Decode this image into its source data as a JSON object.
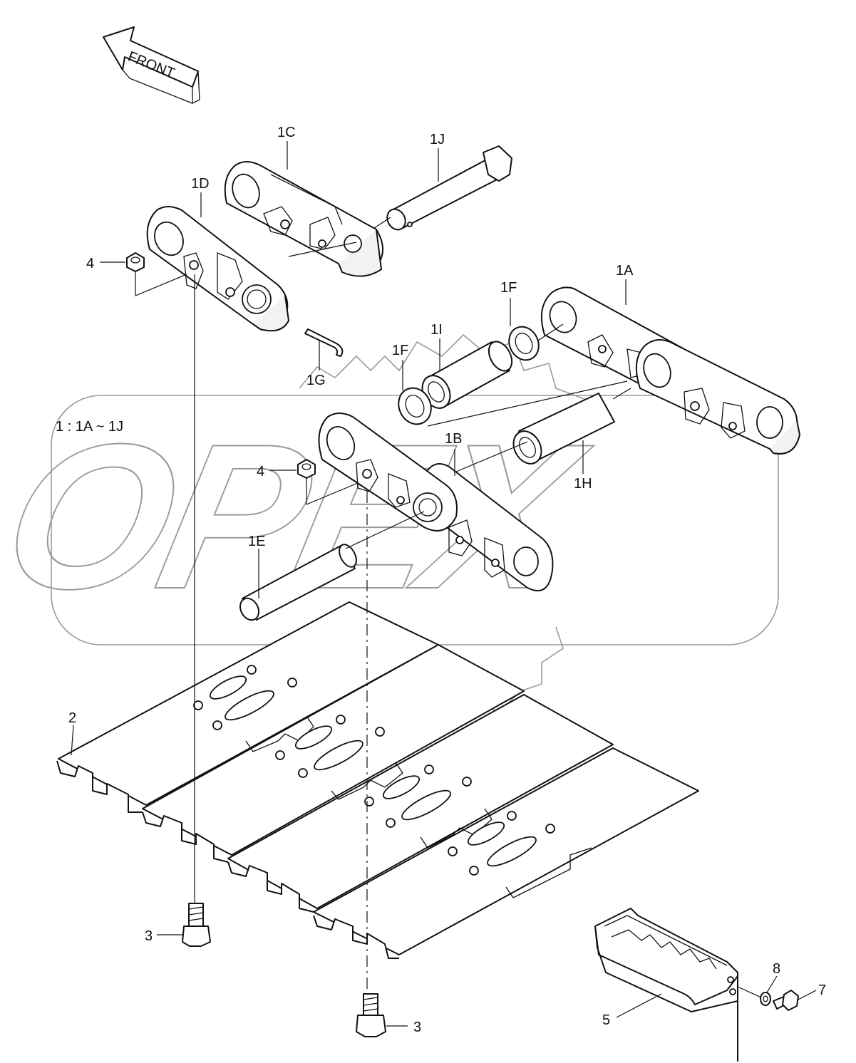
{
  "diagram": {
    "watermark_text": "OPEX",
    "direction_arrow": {
      "label": "FRONT"
    },
    "kit_note": "1 : 1A ~ 1J",
    "callouts": {
      "c1A": "1A",
      "c1B": "1B",
      "c1C": "1C",
      "c1D": "1D",
      "c1E": "1E",
      "c1F_a": "1F",
      "c1F_b": "1F",
      "c1G": "1G",
      "c1H": "1H",
      "c1I": "1I",
      "c1J": "1J",
      "c2": "2",
      "c3_a": "3",
      "c3_b": "3",
      "c4_a": "4",
      "c4_b": "4",
      "c5": "5",
      "c7": "7",
      "c8": "8"
    }
  }
}
